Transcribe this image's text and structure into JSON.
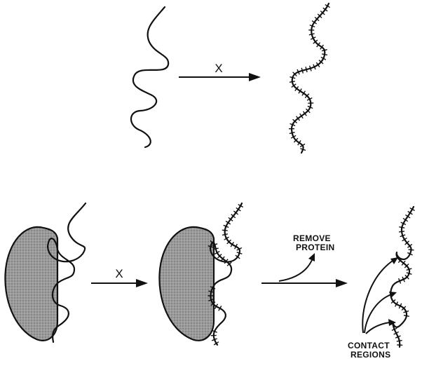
{
  "labels": {
    "reagent_top": "X",
    "reagent_bottom": "X",
    "remove_line1": "REMOVE",
    "remove_line2": "PROTEIN",
    "contact_line1": "CONTACT",
    "contact_line2": "REGIONS"
  },
  "colors": {
    "ink": "#111111",
    "protein_fill": "#8c8c8c"
  }
}
